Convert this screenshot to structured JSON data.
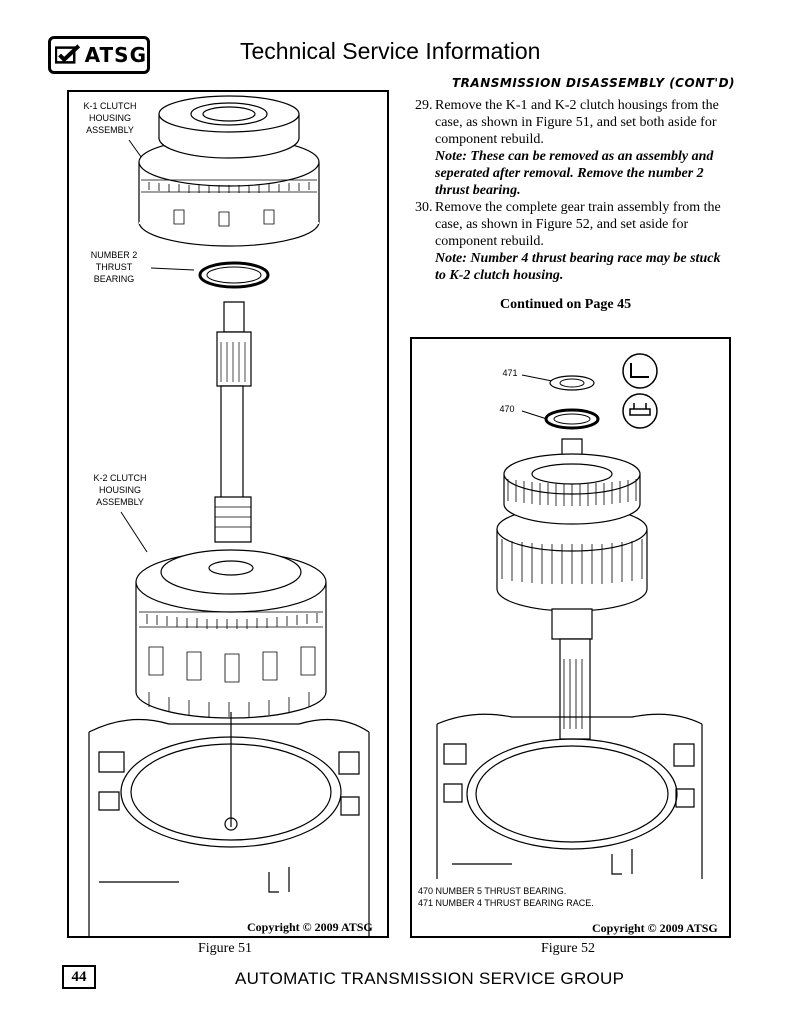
{
  "header": {
    "logo_text": "ATSG",
    "title": "Technical Service Information"
  },
  "section": {
    "title": "TRANSMISSION DISASSEMBLY (CONT'D)"
  },
  "steps": [
    {
      "number": "29.",
      "text": "Remove the K-1 and K-2 clutch housings from the case, as shown in Figure 51, and set both aside for component rebuild.",
      "note": "Note: These can be removed as an assembly and seperated after removal. Remove the number 2 thrust bearing."
    },
    {
      "number": "30.",
      "text": "Remove the complete gear train assembly from the case, as shown in Figure 52, and set aside for component rebuild.",
      "note": "Note: Number 4 thrust bearing race may be stuck to K-2 clutch housing."
    }
  ],
  "continued": "Continued on Page 45",
  "figure51": {
    "callouts": {
      "k1_line1": "K-1 CLUTCH",
      "k1_line2": "HOUSING",
      "k1_line3": "ASSEMBLY",
      "tb_line1": "NUMBER 2",
      "tb_line2": "THRUST BEARING",
      "k2_line1": "K-2 CLUTCH",
      "k2_line2": "HOUSING",
      "k2_line3": "ASSEMBLY"
    },
    "copyright": "Copyright © 2009 ATSG",
    "caption": "Figure 51"
  },
  "figure52": {
    "callout_471": "471",
    "callout_470": "470",
    "legend": [
      "470  NUMBER 5 THRUST BEARING.",
      "471  NUMBER 4 THRUST BEARING RACE."
    ],
    "copyright": "Copyright © 2009 ATSG",
    "caption": "Figure 52"
  },
  "footer": {
    "page_number": "44",
    "text": "AUTOMATIC TRANSMISSION SERVICE GROUP"
  }
}
